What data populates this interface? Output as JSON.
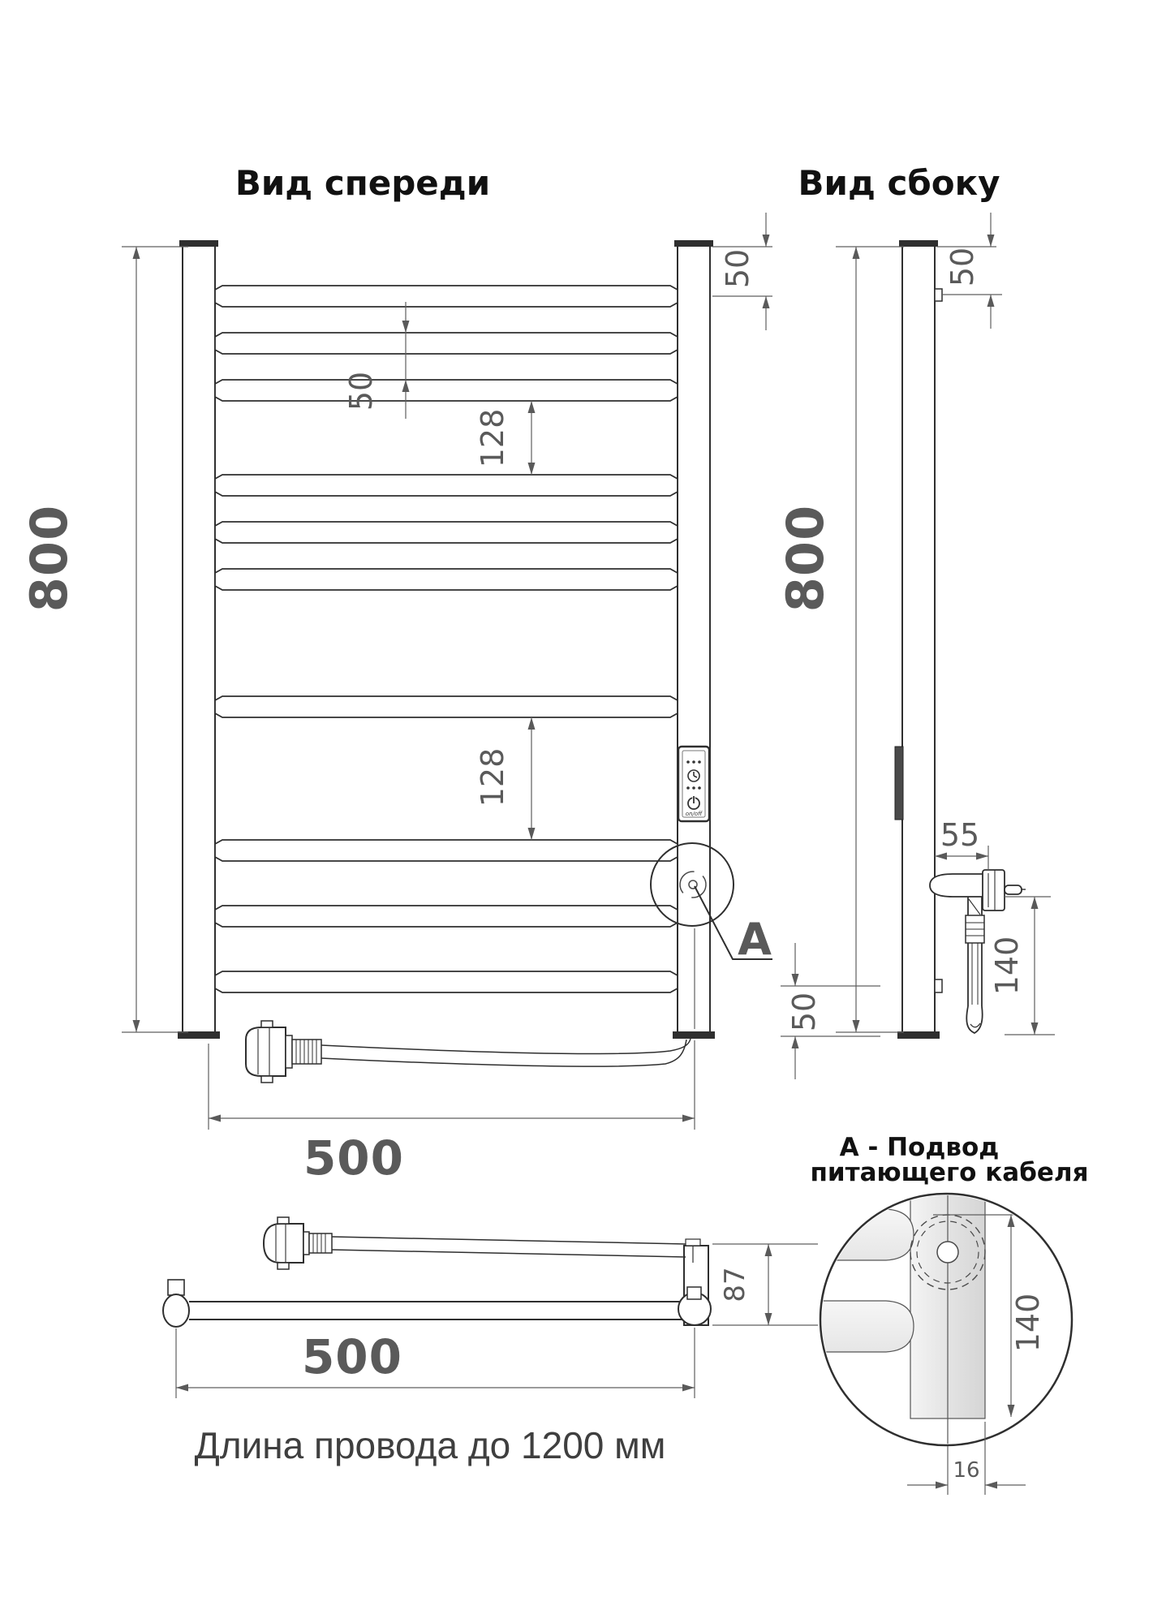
{
  "front": {
    "title": "Вид спереди",
    "height": "800",
    "width": "500",
    "top_offset": "50",
    "rung_spacing": "50",
    "gap_upper": "128",
    "gap_lower": "128",
    "bottom_offset": "50"
  },
  "side": {
    "title": "Вид сбоку",
    "height": "800",
    "top_offset": "50",
    "bracket_depth": "55",
    "plug_drop": "140"
  },
  "bottom_view": {
    "width": "500",
    "depth": "87",
    "cable_note": "Длина провода до 1200 мм"
  },
  "detail": {
    "marker": "А",
    "caption_line1": "А - Подвод",
    "caption_line2": "питающего кабеля",
    "height": "140",
    "pipe_offset": "16"
  },
  "panel": {
    "label": "on/off"
  },
  "colors": {
    "outline": "#2f2f2f",
    "dimension": "#5a5a5a",
    "title_text": "#111111",
    "note_text": "#3f3f3f"
  }
}
